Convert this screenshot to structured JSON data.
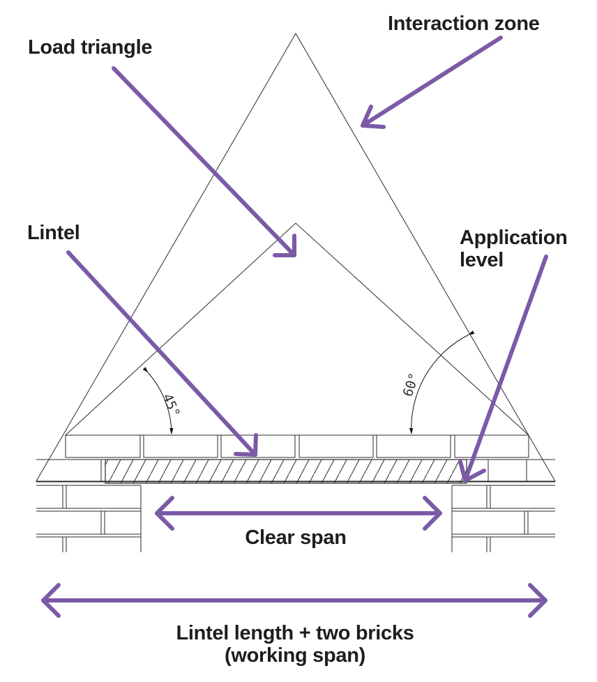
{
  "labels": {
    "interaction_zone": "Interaction zone",
    "load_triangle": "Load triangle",
    "lintel": "Lintel",
    "application_level_line1": "Application",
    "application_level_line2": "level",
    "clear_span": "Clear span",
    "working_span_line1": "Lintel length + two bricks",
    "working_span_line2": "(working span)"
  },
  "angles": {
    "load_triangle": "45°",
    "interaction_zone": "60°"
  },
  "colors": {
    "arrow": "#7b5aa6",
    "line": "#2a2a2a",
    "text": "#1e1e1e"
  }
}
